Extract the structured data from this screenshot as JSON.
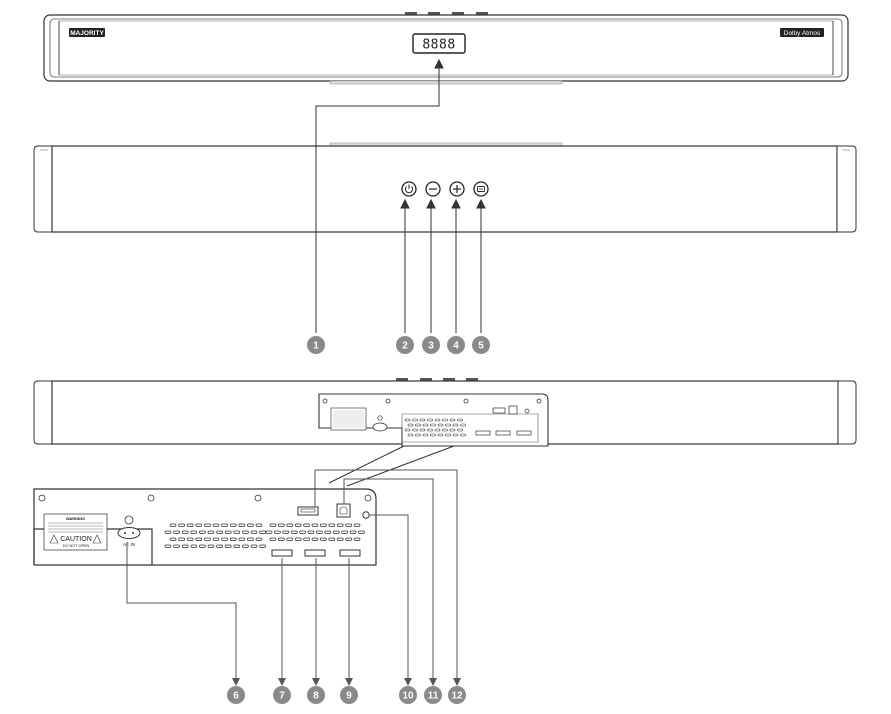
{
  "front_bar": {
    "brand_logo": "MAJORITY",
    "display_digits": "8888",
    "dolby_logo": "Dolby Atmos"
  },
  "buttons": [
    {
      "icon": "power-icon"
    },
    {
      "icon": "minus-icon"
    },
    {
      "icon": "plus-icon"
    },
    {
      "icon": "source-icon"
    }
  ],
  "rear_panel": {
    "warning_title": "WARNING",
    "caution_text": "CAUTION",
    "caution_sub": "DO NOT OPEN",
    "ac_label": "AC IN"
  },
  "callouts": [
    "1",
    "2",
    "3",
    "4",
    "5",
    "6",
    "7",
    "8",
    "9",
    "10",
    "11",
    "12"
  ],
  "colors": {
    "line": "#3a3a3a",
    "callout_fill": "#8a8a8a"
  }
}
